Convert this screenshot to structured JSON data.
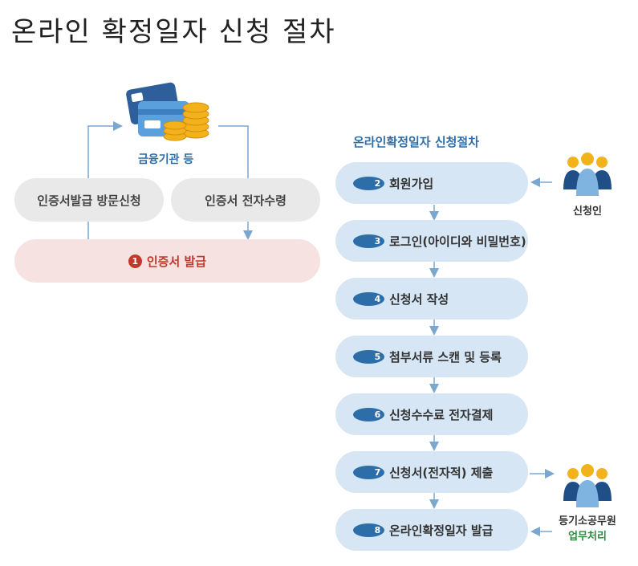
{
  "title": "온라인 확정일자 신청 절차",
  "left": {
    "institution_label": "금융기관 등",
    "visit_label": "인증서발급 방문신청",
    "receive_label": "인증서 전자수령",
    "issue": {
      "num": "1",
      "label": "인증서 발급"
    }
  },
  "right": {
    "heading": "온라인확정일자 신청절차",
    "steps": [
      {
        "num": "2",
        "label": "회원가입"
      },
      {
        "num": "3",
        "label": "로그인(아이디와 비밀번호)"
      },
      {
        "num": "4",
        "label": "신청서 작성"
      },
      {
        "num": "5",
        "label": "첨부서류 스캔 및 등록"
      },
      {
        "num": "6",
        "label": "신청수수료 전자결제"
      },
      {
        "num": "7",
        "label": "신청서(전자적) 제출"
      },
      {
        "num": "8",
        "label": "온라인확정일자 발급"
      }
    ],
    "applicant_label": "신청인",
    "officer_label": "등기소공무원",
    "officer_sub": "업무처리"
  },
  "colors": {
    "accent_blue": "#2e6ea8",
    "accent_red": "#c0392b",
    "step_bg": "#d6e6f4",
    "arrow": "#7aa7cf"
  },
  "icons": [
    "card-coins-icon",
    "person-group-icon",
    "arrow-icon"
  ]
}
